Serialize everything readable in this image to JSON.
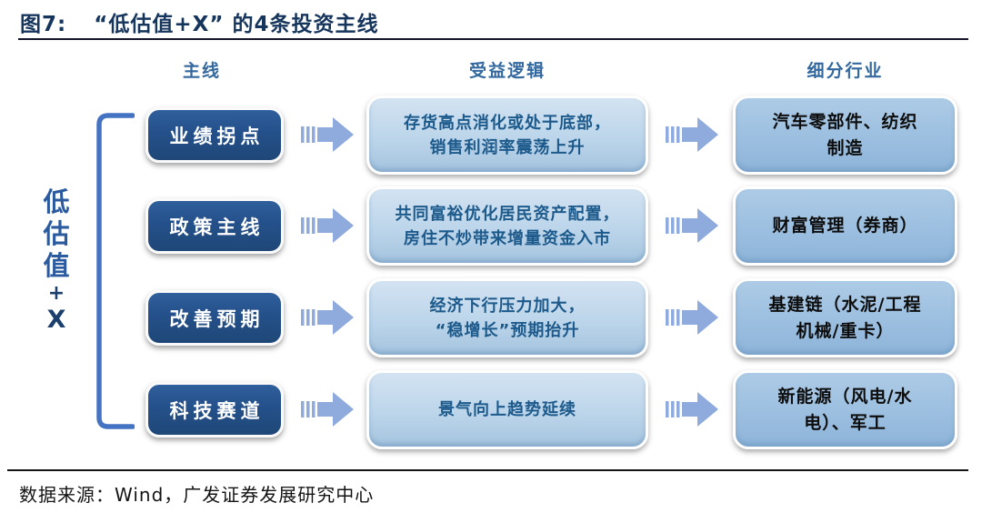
{
  "title": {
    "fig_label": "图7:",
    "text": "“低估值+X” 的4条投资主线"
  },
  "column_headers": [
    {
      "label": "主线"
    },
    {
      "label": "受益逻辑"
    },
    {
      "label": "细分行业"
    }
  ],
  "bracket_label": {
    "full": "低估值+X",
    "chars": [
      "低",
      "估",
      "值",
      "+",
      "X"
    ]
  },
  "rows": [
    {
      "theme": "业绩拐点",
      "logic": "存货高点消化或处于底部，\n销售利润率震荡上升",
      "industry": "汽车零部件、纺织\n制造"
    },
    {
      "theme": "政策主线",
      "logic": "共同富裕优化居民资产配置，\n房住不炒带来增量资金入市",
      "industry": "财富管理（券商）"
    },
    {
      "theme": "改善预期",
      "logic": "经济下行压力加大，\n“稳增长”预期抬升",
      "industry": "基建链（水泥/工程\n机械/重卡）"
    },
    {
      "theme": "科技赛道",
      "logic": "景气向上趋势延续",
      "industry": "新能源（风电/水\n电）、军工"
    }
  ],
  "footer": {
    "source": "数据来源：Wind，广发证券发展研究中心"
  },
  "colors": {
    "title_text": "#16355c",
    "column_header_text": "#33689f",
    "theme_box_fill": "#24508a",
    "theme_box_text": "#ffffff",
    "logic_box_fill": "#bcd5ea",
    "logic_box_text": "#1d5a8c",
    "industry_box_fill": "#9cbfe0",
    "industry_box_text": "#0d0d0d",
    "arrow_fill": "#8faadc",
    "bracket_stroke": "#4573c4",
    "divider": "#141414"
  }
}
